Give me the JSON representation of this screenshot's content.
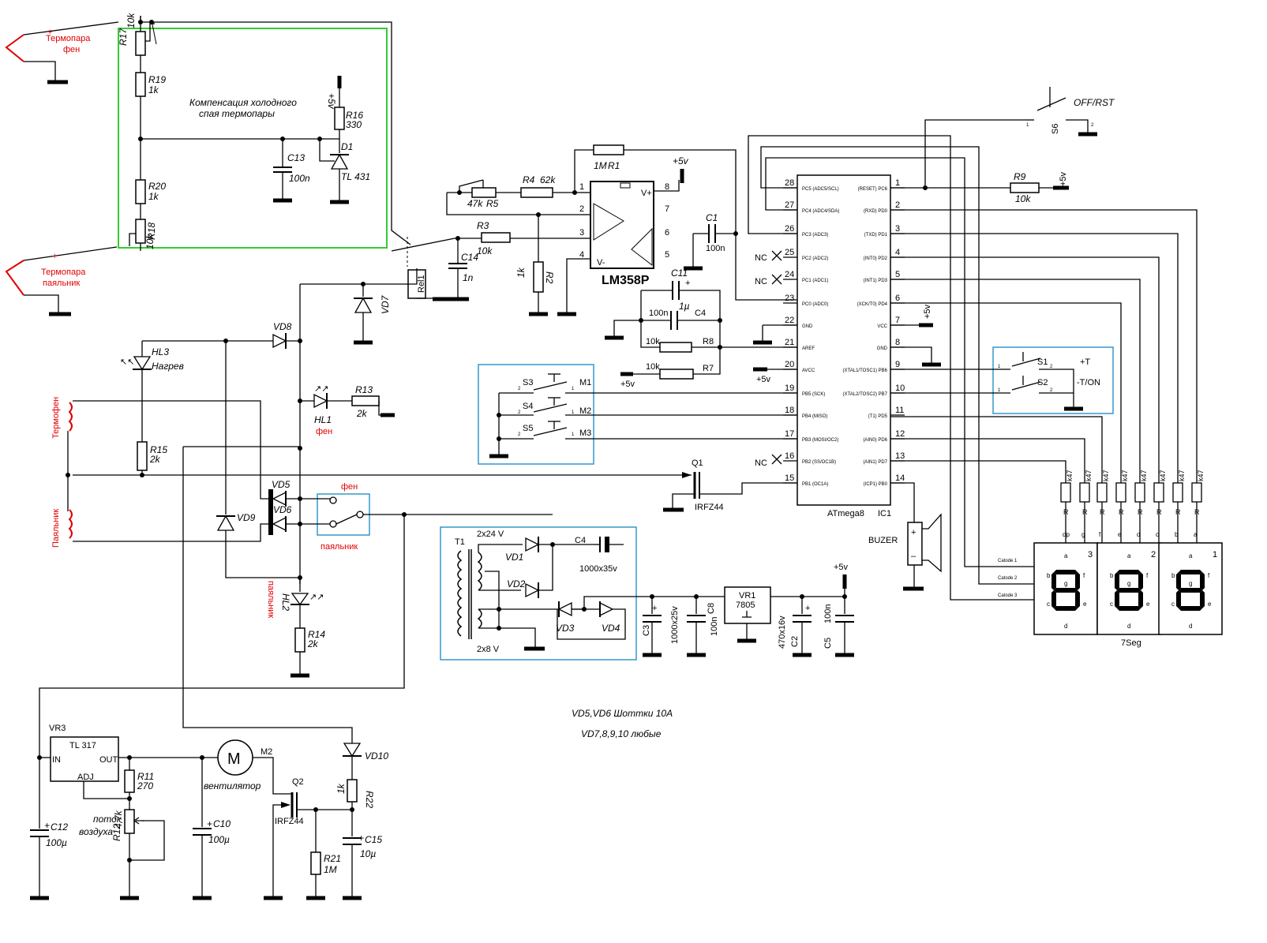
{
  "labels": {
    "tc_fen": "Термопара фен",
    "tc_fen_l1": "Термопара",
    "tc_fen_l2": "фен",
    "tc_pay_l1": "Термопара",
    "tc_pay_l2": "паяльник",
    "comp_l1": "Компенсация холодного",
    "comp_l2": "спая термопары",
    "off_rst": "OFF/RST",
    "heater_fen": "Термофен",
    "heater_pay": "Паяльник",
    "sw_fen": "фен",
    "sw_pay": "паяльник",
    "hl1_sub": "фен",
    "hl2_sub": "паяльник",
    "hl3_sub": "Нагрев",
    "note1": "VD5,VD6 Шоттки 10А",
    "note2": "VD7,8,9,10 любые",
    "fan_label": "вентилятор",
    "pot_l1": "поток",
    "pot_l2": "воздуха",
    "buzer": "BUZER",
    "seg_label": "7Seg",
    "t1_top": "2x24 V",
    "t1_bot": "2x8 V",
    "plus_t": "+T",
    "minus_t": "-T/ON",
    "nc": "NC"
  },
  "components": {
    "R17": "R17",
    "R17v": "10k",
    "R18": "R18",
    "R18v": "10k",
    "R19": "R19",
    "R19v": "1k",
    "R20": "R20",
    "R20v": "1k",
    "R16": "R16",
    "R16v": "330",
    "D1": "D1",
    "D1v": "TL 431",
    "C13": "C13",
    "C13v": "100n",
    "R1": "R1",
    "R1v": "1M",
    "R4": "R4",
    "R4v": "62k",
    "R5": "R5",
    "R5v": "47k",
    "R3": "R3",
    "R3v": "10k",
    "R2": "R2",
    "R2v": "1k",
    "C14": "C14",
    "C14v": "1n",
    "Rel1": "Rel1",
    "VD7": "VD7",
    "VD8": "VD8",
    "VD9": "VD9",
    "VD5": "VD5",
    "VD6": "VD6",
    "HL1": "HL1",
    "HL2": "HL2",
    "HL3": "HL3",
    "R13": "R13",
    "R13v": "2k",
    "R14": "R14",
    "R14v": "2k",
    "R15": "R15",
    "R15v": "2k",
    "LM358": "LM358P",
    "C1": "C1",
    "C1v": "100n",
    "C11": "C11",
    "C11v": "1µ",
    "C4b": "C4",
    "C4bv": "100n",
    "R8": "R8",
    "R8v": "10k",
    "R7": "R7",
    "R7v": "10k",
    "R9": "R9",
    "R9v": "10k",
    "S3": "S3",
    "S4": "S4",
    "S5": "S5",
    "S1": "S1",
    "S2": "S2",
    "S6": "S6",
    "M1": "M1",
    "M2sw": "M2",
    "M3": "M3",
    "Q1": "Q1",
    "Q1v": "IRFZ44",
    "Q2": "Q2",
    "Q2v": "IRFZ44",
    "IC1": "IC1",
    "IC1v": "ATmega8",
    "T1": "T1",
    "VD1": "VD1",
    "VD2": "VD2",
    "VD3": "VD3",
    "VD4": "VD4",
    "C4": "C4",
    "C4v": "1000x35v",
    "C3": "C3",
    "C3v": "1000x25v",
    "C8": "C8",
    "C8v": "100n",
    "VR1": "VR1",
    "VR1v": "7805",
    "C2": "C2",
    "C2v": "470x16v",
    "C5": "C5",
    "C5v": "100n",
    "VR3": "VR3",
    "VR3v": "TL 317",
    "R11": "R11",
    "R11v": "270",
    "R12": "R12",
    "R12v": "4,7k",
    "C12": "C12",
    "C12v": "100µ",
    "C10": "C10",
    "C10v": "100µ",
    "M2": "M2",
    "VD10": "VD10",
    "R22": "R22",
    "R22v": "1k",
    "C15": "C15",
    "C15v": "10µ",
    "R21": "R21",
    "R21v": "1M",
    "in": "IN",
    "out": "OUT",
    "adj": "ADJ",
    "vplus": "V+",
    "vminus": "V-",
    "p5v": "+5v"
  },
  "mcu_left": [
    {
      "num": "28",
      "name": "PC5 (ADC5/SCL)"
    },
    {
      "num": "27",
      "name": "PC4 (ADC4/SDA)"
    },
    {
      "num": "26",
      "name": "PC3 (ADC3)"
    },
    {
      "num": "25",
      "name": "PC2 (ADC2)"
    },
    {
      "num": "24",
      "name": "PC1 (ADC1)"
    },
    {
      "num": "23",
      "name": "PC0 (ADC0)"
    },
    {
      "num": "22",
      "name": "GND"
    },
    {
      "num": "21",
      "name": "AREF"
    },
    {
      "num": "20",
      "name": "AVCC"
    },
    {
      "num": "19",
      "name": "PB5 (SCK)"
    },
    {
      "num": "18",
      "name": "PB4 (MISO)"
    },
    {
      "num": "17",
      "name": "PB3 (MOSI/OC2)"
    },
    {
      "num": "16",
      "name": "PB2 (SS/OC1B)"
    },
    {
      "num": "15",
      "name": "PB1 (OC1A)"
    }
  ],
  "mcu_right": [
    {
      "num": "1",
      "name": "(RESET) PC6"
    },
    {
      "num": "2",
      "name": "(RXD) PD0"
    },
    {
      "num": "3",
      "name": "(TXD) PD1"
    },
    {
      "num": "4",
      "name": "(INT0) PD2"
    },
    {
      "num": "5",
      "name": "(INT1) PD3"
    },
    {
      "num": "6",
      "name": "(XCK/T0) PD4"
    },
    {
      "num": "7",
      "name": "VCC"
    },
    {
      "num": "8",
      "name": "GND"
    },
    {
      "num": "9",
      "name": "(XTAL1/TOSC1) PB6"
    },
    {
      "num": "10",
      "name": "(XTAL2/TOSC2) PB7"
    },
    {
      "num": "11",
      "name": "(T1) PD5"
    },
    {
      "num": "12",
      "name": "(AIN0) PD6"
    },
    {
      "num": "13",
      "name": "(AIN1) PD7"
    },
    {
      "num": "14",
      "name": "(ICP1) PB0"
    }
  ],
  "op_pins": [
    "1",
    "2",
    "3",
    "4",
    "5",
    "6",
    "7",
    "8"
  ],
  "seg_res": [
    {
      "val": "k47",
      "r": "R",
      "seg": "dp"
    },
    {
      "val": "k47",
      "r": "R",
      "seg": "g"
    },
    {
      "val": "k47",
      "r": "R",
      "seg": "f"
    },
    {
      "val": "k47",
      "r": "R",
      "seg": "e"
    },
    {
      "val": "k47",
      "r": "R",
      "seg": "d"
    },
    {
      "val": "k47",
      "r": "R",
      "seg": "c"
    },
    {
      "val": "k47",
      "r": "R",
      "seg": "b"
    },
    {
      "val": "k47",
      "r": "R",
      "seg": "a"
    }
  ],
  "digits": [
    {
      "num": "3",
      "cathode": "Catode 1"
    },
    {
      "num": "2",
      "cathode": "Catode 2"
    },
    {
      "num": "1",
      "cathode": "Catode 3"
    }
  ],
  "seg_letters": {
    "a": "a",
    "b": "b",
    "c": "c",
    "d": "d",
    "e": "e",
    "f": "f",
    "g": "g"
  },
  "switch_pins": {
    "one": "1",
    "two": "2"
  },
  "colors": {
    "green_box": "#33cc33",
    "cyan_box": "#3399cc",
    "red_text": "#e00000",
    "wire": "#000000"
  }
}
